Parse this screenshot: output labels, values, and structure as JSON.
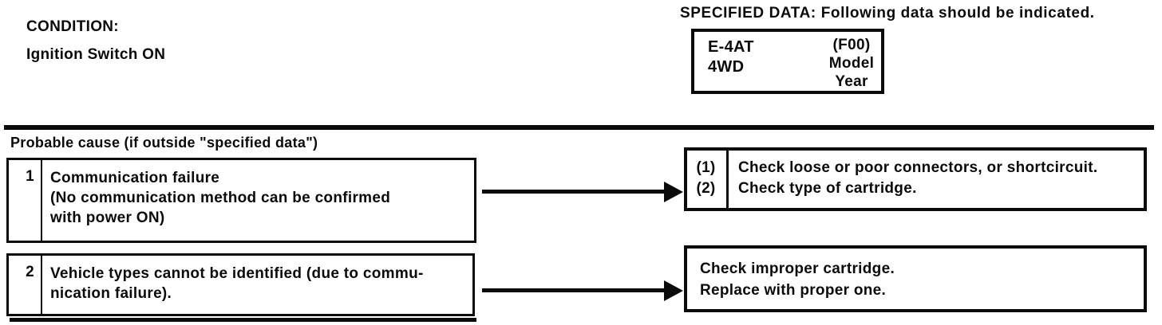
{
  "colors": {
    "ink": "#0b0b0b",
    "paper": "#ffffff"
  },
  "header": {
    "condition_label": "CONDITION:",
    "condition_value": "Ignition Switch ON",
    "specified_data_heading": "SPECIFIED DATA: Following data should be indicated."
  },
  "spec_box": {
    "models": [
      "E-4AT",
      "4WD"
    ],
    "info": [
      "(F00)",
      "Model",
      "Year"
    ]
  },
  "probable_cause_heading": "Probable cause (if outside \"specified data\")",
  "rows": [
    {
      "number": "1",
      "cause_lines": [
        "Communication failure",
        "(No communication method can be confirmed",
        "with power ON)"
      ],
      "remedy_numbers": [
        "(1)",
        "(2)"
      ],
      "remedy_lines": [
        "Check loose or poor connectors, or shortcircuit.",
        "Check type of cartridge."
      ]
    },
    {
      "number": "2",
      "cause_lines": [
        "Vehicle types cannot be identified (due to commu-",
        "nication failure)."
      ],
      "remedy_numbers": [],
      "remedy_lines": [
        "Check improper cartridge.",
        "Replace with proper one."
      ]
    }
  ]
}
